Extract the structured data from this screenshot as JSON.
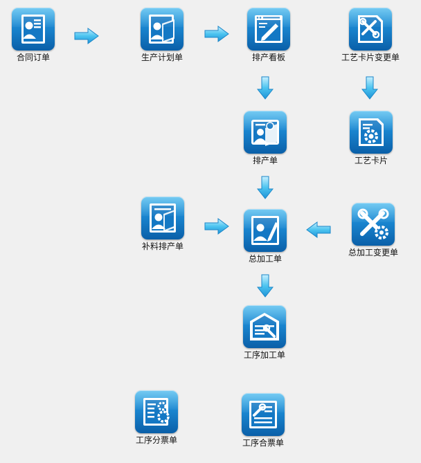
{
  "nodes": {
    "contract_order": "合同订单",
    "production_plan": "生产计划单",
    "scheduling_board": "排产看板",
    "process_card_change": "工艺卡片变更单",
    "schedule_order": "排产单",
    "process_card": "工艺卡片",
    "supplement_schedule": "补料排产单",
    "master_work_order": "总加工单",
    "master_work_change": "总加工变更单",
    "operation_work_order": "工序加工单",
    "operation_split_ticket": "工序分票单",
    "operation_merge_ticket": "工序合票单"
  },
  "icons": {
    "contract_order": "contract-document-icon",
    "production_plan": "plan-document-icon",
    "scheduling_board": "board-pencil-icon",
    "process_card_change": "card-tools-icon",
    "schedule_order": "schedule-worker-icon",
    "process_card": "card-gear-icon",
    "supplement_schedule": "supplement-document-icon",
    "master_work_order": "work-order-pen-icon",
    "master_work_change": "tools-gear-icon",
    "operation_work_order": "workshop-wrench-icon",
    "operation_split_ticket": "split-gear-icon",
    "operation_merge_ticket": "merge-wrench-icon"
  },
  "colors": {
    "background": "#f0f0f0",
    "tile": "#1a86d0",
    "arrow": "#4cc4f0"
  }
}
